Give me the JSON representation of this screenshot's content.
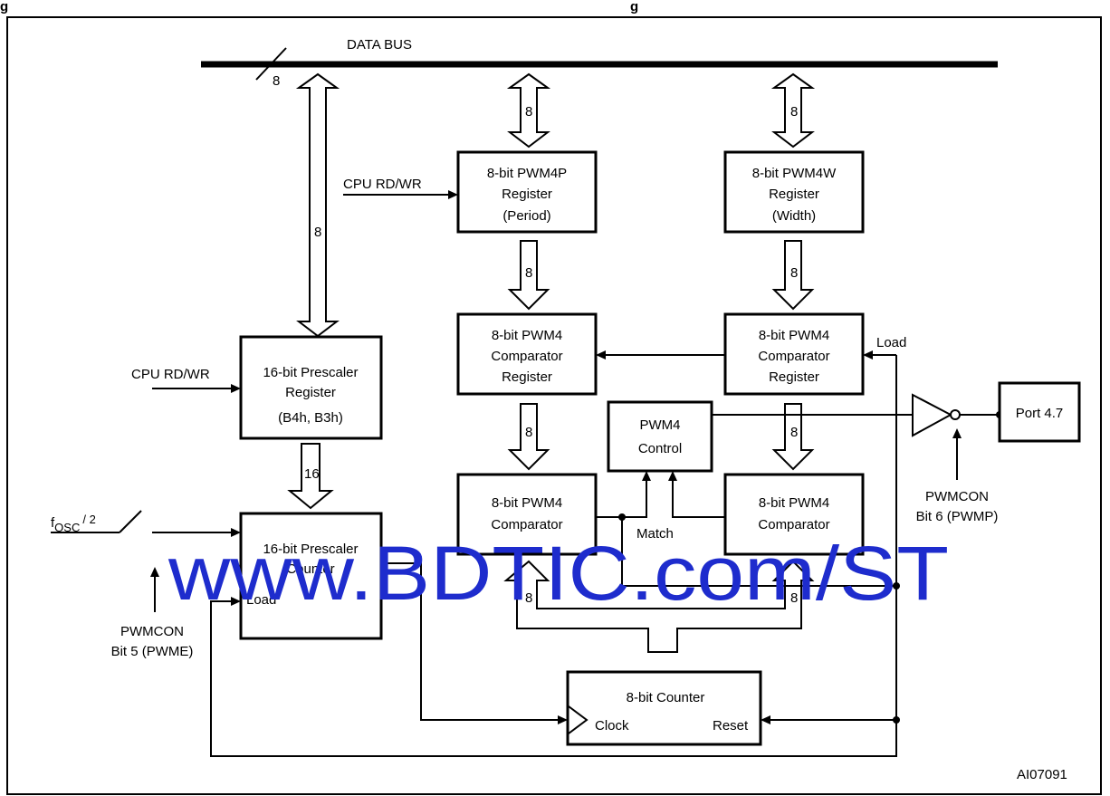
{
  "figure": {
    "caption_fragment_1": "g",
    "caption_fragment_2": "g",
    "id": "AI07091"
  },
  "bus": {
    "label": "DATA BUS",
    "width_label": "8"
  },
  "blocks": {
    "prescaler_register": [
      "16-bit Prescaler",
      "Register",
      "(B4h, B3h)"
    ],
    "pwm4p_register": [
      "8-bit PWM4P",
      "Register",
      "(Period)"
    ],
    "pwm4w_register": [
      "8-bit PWM4W",
      "Register",
      "(Width)"
    ],
    "comparator_register_left": [
      "8-bit PWM4",
      "Comparator",
      "Register"
    ],
    "comparator_register_right": [
      "8-bit PWM4",
      "Comparator",
      "Register"
    ],
    "pwm4_control": [
      "PWM4",
      "Control"
    ],
    "comparator_left": [
      "8-bit PWM4",
      "Comparator"
    ],
    "comparator_right": [
      "8-bit PWM4",
      "Comparator"
    ],
    "prescaler_counter": [
      "16-bit Prescaler",
      "Counter"
    ],
    "counter_8bit": "8-bit Counter",
    "port": "Port 4.7"
  },
  "labels": {
    "cpu_rdwr_1": "CPU RD/WR",
    "cpu_rdwr_2": "CPU RD/WR",
    "bus_8": "8",
    "bus_16": "16",
    "load": "Load",
    "match": "Match",
    "clock": "Clock",
    "reset": "Reset",
    "fosc_main": "f",
    "fosc_sub": "OSC",
    "fosc_div": "/ 2",
    "pwmcon_pwme": [
      "PWMCON",
      "Bit 5 (PWME)"
    ],
    "pwmcon_pwmp": [
      "PWMCON",
      "Bit 6 (PWMP)"
    ]
  },
  "watermark": "www.BDTIC.com/ST"
}
